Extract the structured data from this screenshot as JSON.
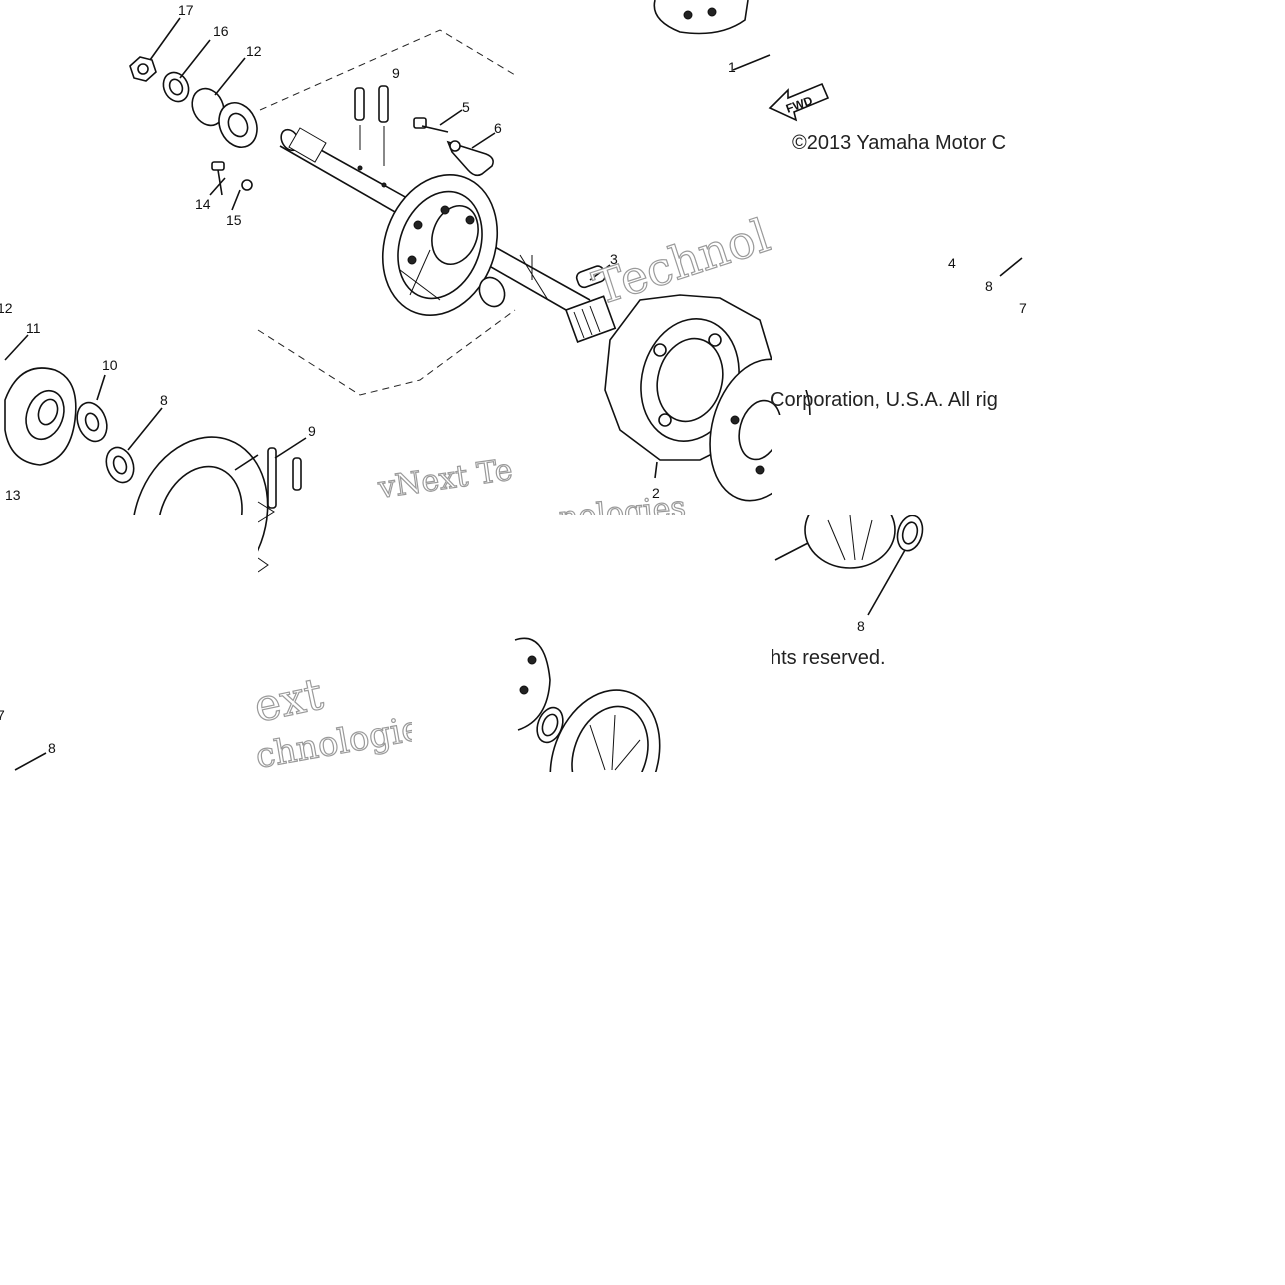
{
  "diagram": {
    "copyright_parts": [
      "©2013 Yamaha Motor C",
      "Corporation, U.S.A. All rig",
      "hts reserved."
    ],
    "fwd_label": "FWD",
    "watermarks": [
      "vNext Technologies",
      "vNext Te",
      "nologies",
      "Technol",
      "ext",
      "chnologie"
    ],
    "callouts": {
      "c17": "17",
      "c16": "16",
      "c12a": "12",
      "c9a": "9",
      "c5": "5",
      "c6": "6",
      "c14": "14",
      "c15": "15",
      "c3": "3",
      "c1a": "1",
      "c12b": "12",
      "c11": "11",
      "c10": "10",
      "c8a": "8",
      "c13": "13",
      "c9b": "9",
      "c2": "2",
      "c4": "4",
      "c8b": "8",
      "c7a": "7",
      "c8c": "8",
      "c7b": "7",
      "c8d": "8"
    }
  }
}
